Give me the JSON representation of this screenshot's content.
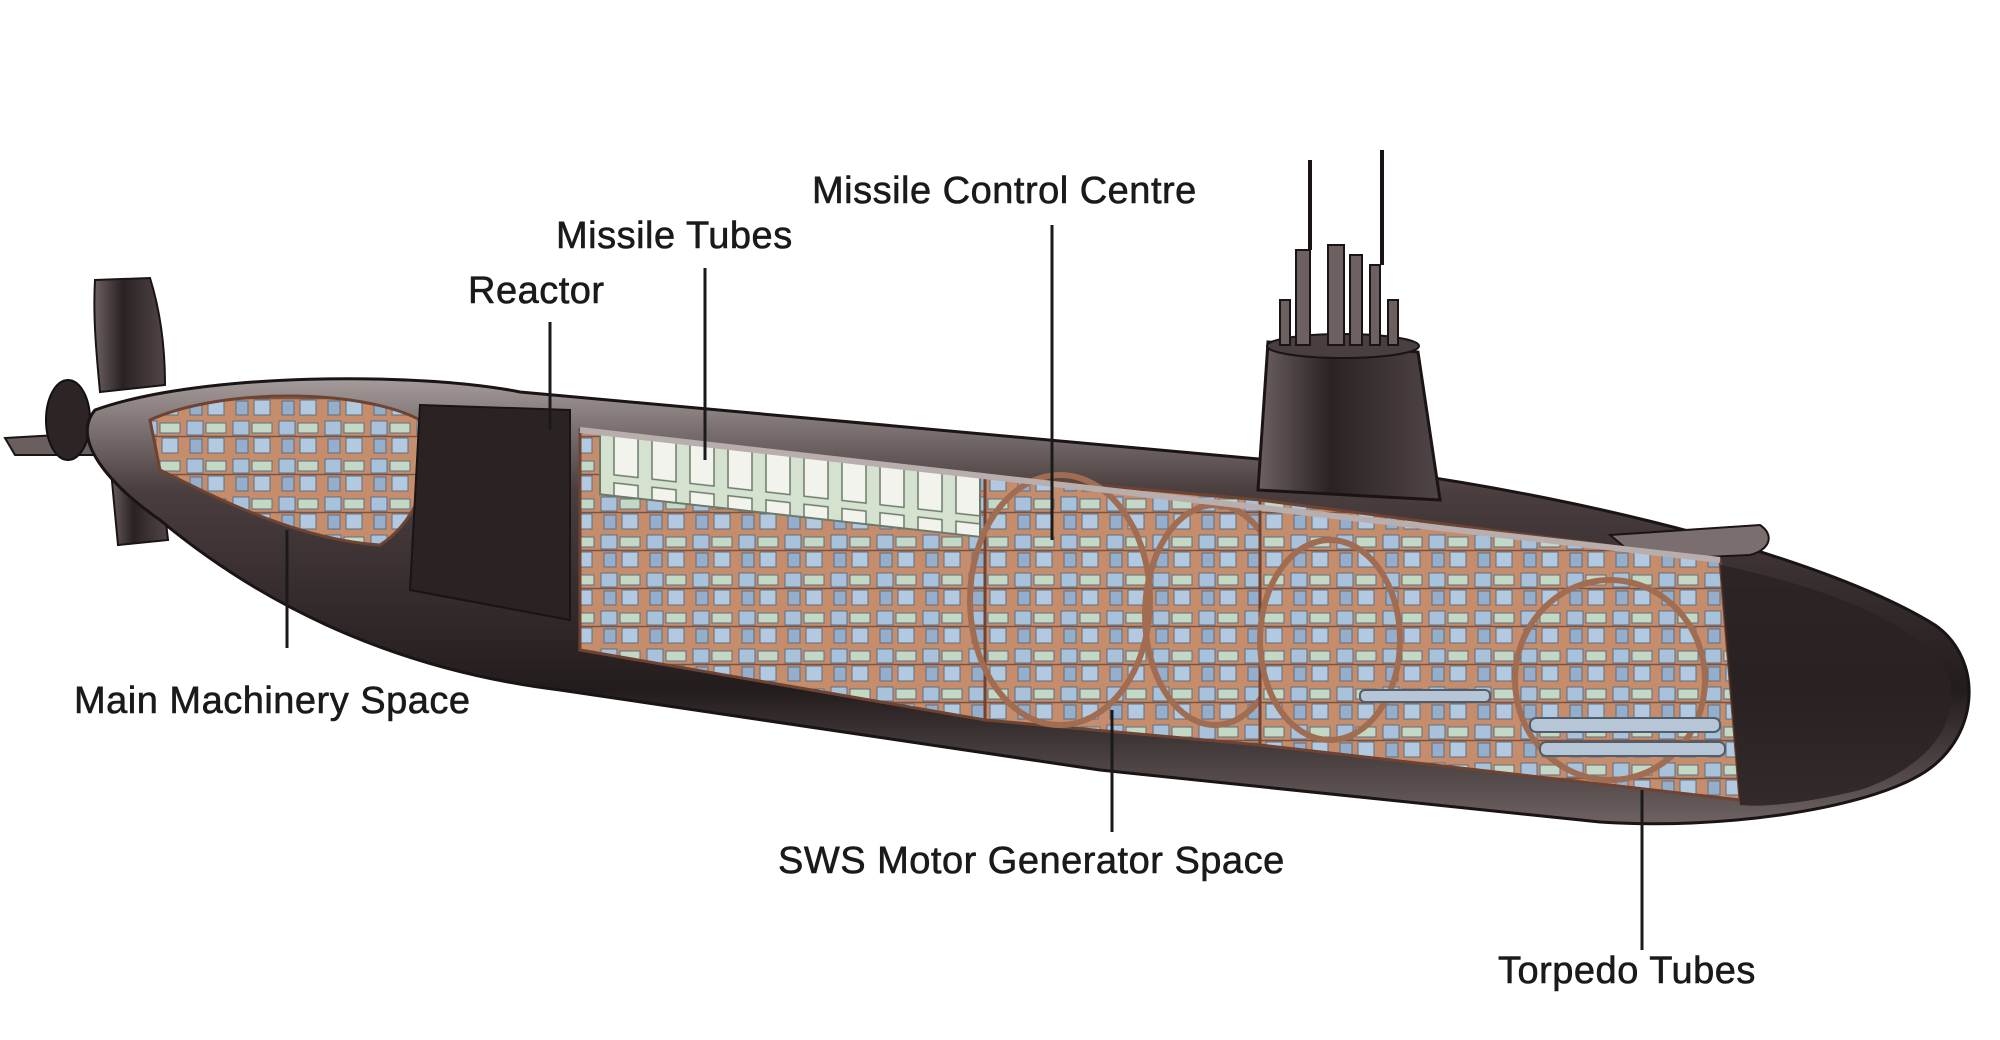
{
  "labels": {
    "missile_control_centre": "Missile Control Centre",
    "missile_tubes": "Missile Tubes",
    "reactor": "Reactor",
    "main_machinery_space": "Main Machinery Space",
    "sws_motor_generator_space": "SWS Motor Generator Space",
    "torpedo_tubes": "Torpedo Tubes"
  },
  "colors": {
    "hull_dark": "#2a2324",
    "hull_mid": "#5a4c4d",
    "hull_light": "#b8aeae",
    "interior_copper": "#c98d6c",
    "interior_copper_light": "#e3b99c",
    "equipment_blue": "#9fb9d4",
    "equipment_green": "#b9d2bd",
    "leader_line": "#1a1a1a"
  }
}
